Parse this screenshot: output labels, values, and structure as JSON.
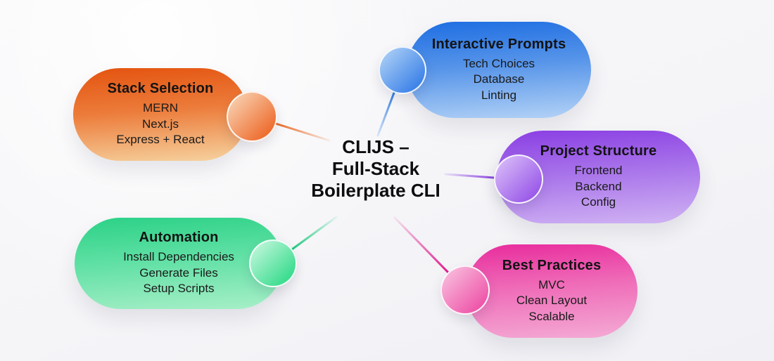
{
  "center": {
    "title_lines": [
      "CLIJS –",
      "Full-Stack",
      "Boilerplate CLI"
    ]
  },
  "nodes": [
    {
      "id": "stack-selection",
      "title": "Stack Selection",
      "items": [
        "MERN",
        "Next.js",
        "Express + React"
      ],
      "colors": {
        "top": "#e4530f",
        "mid": "#ec7b3a",
        "bottom": "#f6d3a0",
        "circle_light": "#f8cfae",
        "circle_dark": "#ee6c2e",
        "line": "#e8661f"
      }
    },
    {
      "id": "interactive-prompts",
      "title": "Interactive Prompts",
      "items": [
        "Tech Choices",
        "Database",
        "Linting"
      ],
      "colors": {
        "top": "#1d6de2",
        "mid": "#5694e9",
        "bottom": "#b4d3f6",
        "circle_light": "#a9cdf5",
        "circle_dark": "#3c82e8",
        "line": "#2f7ce2"
      }
    },
    {
      "id": "project-structure",
      "title": "Project Structure",
      "items": [
        "Frontend",
        "Backend",
        "Config"
      ],
      "colors": {
        "top": "#8a3ee3",
        "mid": "#a873ea",
        "bottom": "#d0b3f3",
        "circle_light": "#d6b8f7",
        "circle_dark": "#9a59e9",
        "line": "#8b46e0"
      }
    },
    {
      "id": "automation",
      "title": "Automation",
      "items": [
        "Install Dependencies",
        "Generate Files",
        "Setup Scripts"
      ],
      "colors": {
        "top": "#2bd187",
        "mid": "#5fe0a4",
        "bottom": "#a8efc8",
        "circle_light": "#bdf6d9",
        "circle_dark": "#38dc8d",
        "line": "#1ec97e"
      }
    },
    {
      "id": "best-practices",
      "title": "Best Practices",
      "items": [
        "MVC",
        "Clean Layout",
        "Scalable"
      ],
      "colors": {
        "top": "#e82b9c",
        "mid": "#ef6cb8",
        "bottom": "#f4abd5",
        "circle_light": "#f8badc",
        "circle_dark": "#ee55a9",
        "line": "#e01989"
      }
    }
  ]
}
